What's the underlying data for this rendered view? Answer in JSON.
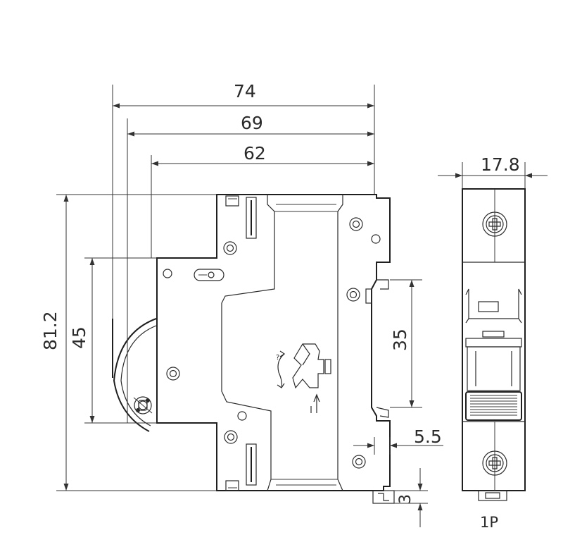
{
  "dimensions": {
    "width_total": "74",
    "width_mid": "69",
    "width_inner": "62",
    "height_total": "81.2",
    "height_front": "45",
    "rail_height": "35",
    "rail_offset": "5.5",
    "foot_height": "3",
    "module_width": "17.8"
  },
  "labels": {
    "pole_config": "1P"
  }
}
